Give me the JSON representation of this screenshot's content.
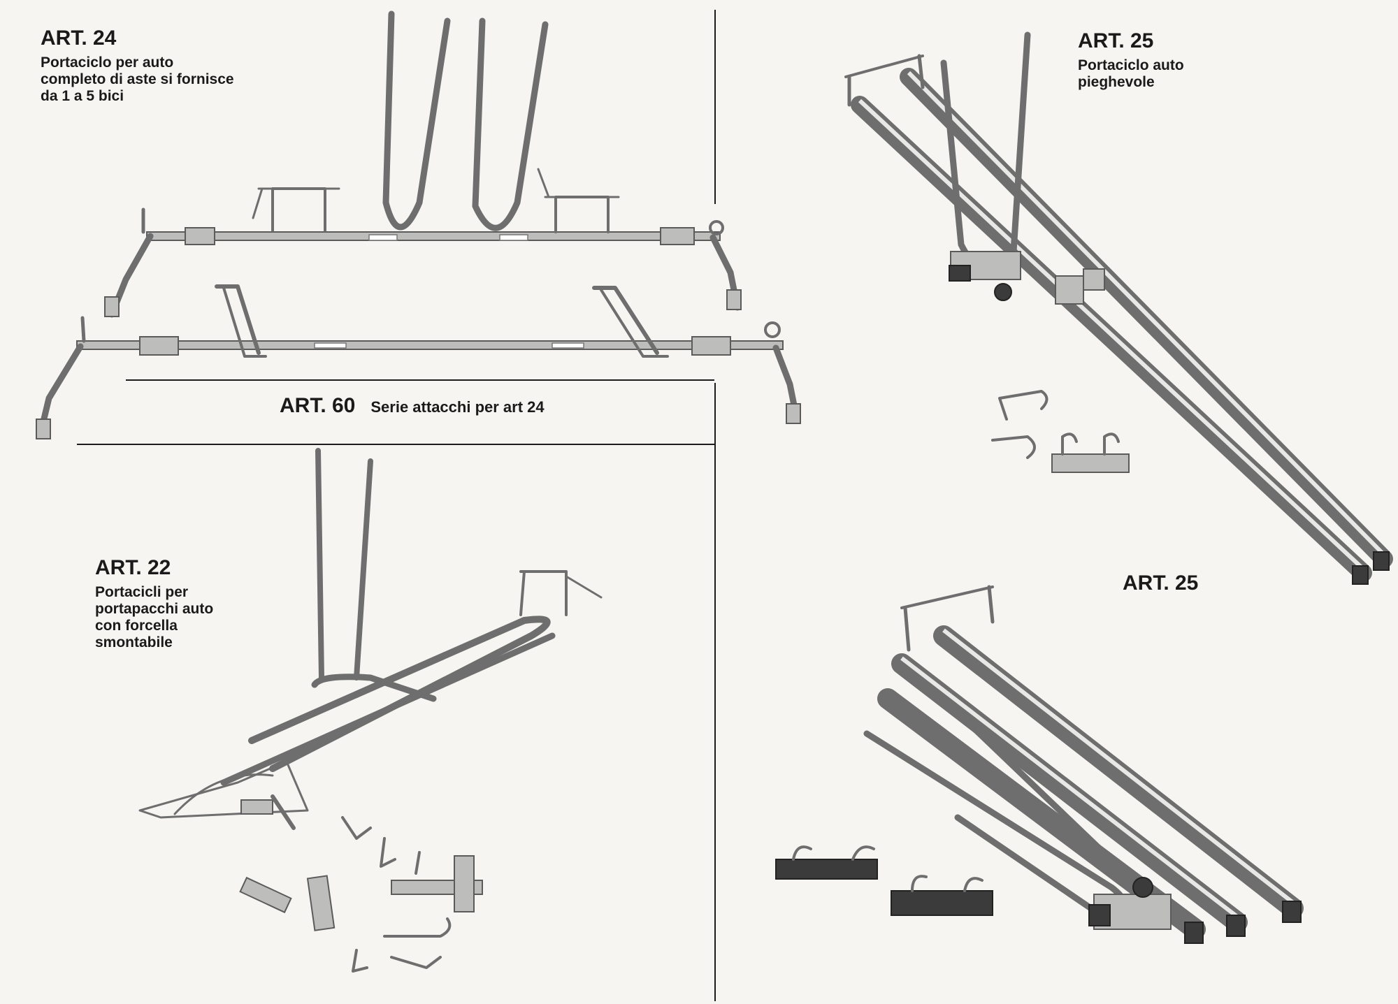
{
  "sections": {
    "art24": {
      "code": "ART. 24",
      "description": "Portaciclo per auto\ncompleto di aste si fornisce\nda 1 a 5 bici"
    },
    "art60": {
      "code": "ART. 60",
      "description": "Serie attacchi per art 24"
    },
    "art25_top": {
      "code": "ART. 25",
      "description": "Portaciclo auto\npieghevole"
    },
    "art22": {
      "code": "ART. 22",
      "description": "Portacicli per\nportapacchi auto\ncon forcella\nsmontabile"
    },
    "art25_bottom": {
      "code": "ART. 25"
    }
  },
  "product_images": [
    "roof-bar-with-two-fork-holders",
    "roof-bar-with-clamps",
    "folding-bike-carrier",
    "bike-carrier-with-removable-fork",
    "folded-bike-carrier"
  ],
  "colors": {
    "paper": "#f6f5f2",
    "text": "#1a1a1a",
    "metal": "#6e6e6e"
  }
}
